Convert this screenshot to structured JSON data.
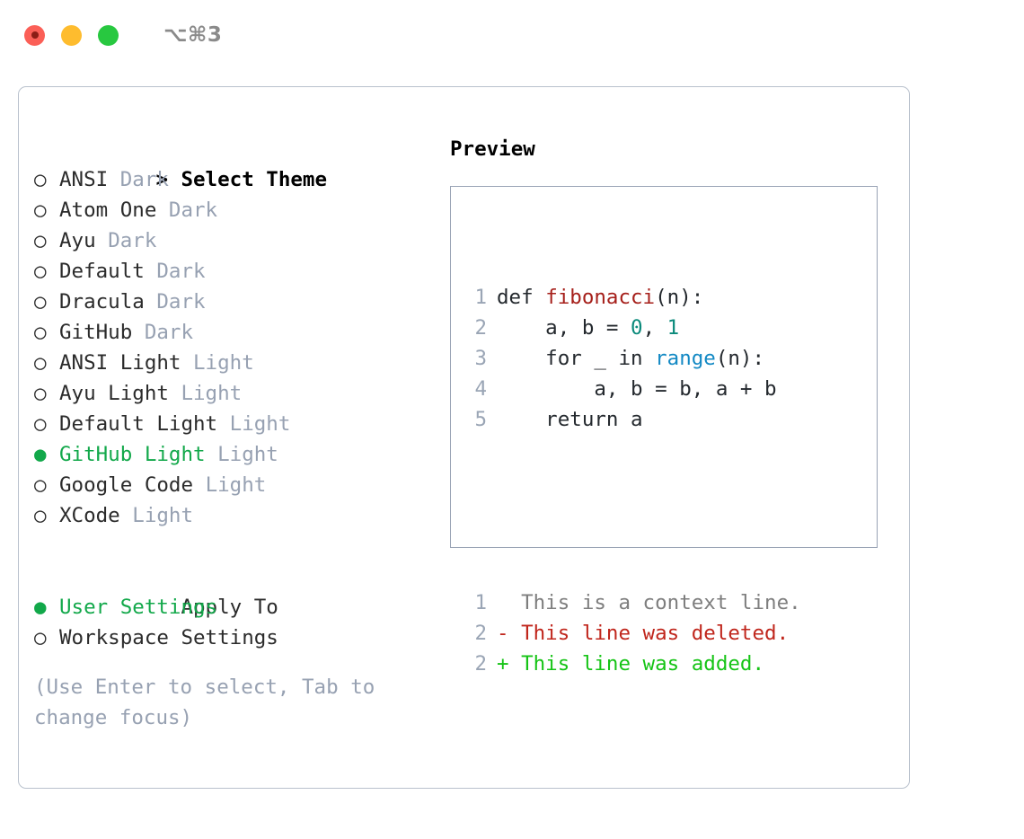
{
  "titlebar": {
    "shortcut": "⌥⌘3",
    "dots": [
      "close",
      "minimize",
      "maximize"
    ]
  },
  "left_panel": {
    "heading": {
      "marker": ">",
      "label": "Select Theme"
    },
    "themes": [
      {
        "marker": "○",
        "name": "ANSI",
        "category": "Dark",
        "selected": false
      },
      {
        "marker": "○",
        "name": "Atom One",
        "category": "Dark",
        "selected": false
      },
      {
        "marker": "○",
        "name": "Ayu",
        "category": "Dark",
        "selected": false
      },
      {
        "marker": "○",
        "name": "Default",
        "category": "Dark",
        "selected": false
      },
      {
        "marker": "○",
        "name": "Dracula",
        "category": "Dark",
        "selected": false
      },
      {
        "marker": "○",
        "name": "GitHub",
        "category": "Dark",
        "selected": false
      },
      {
        "marker": "○",
        "name": "ANSI Light",
        "category": "Light",
        "selected": false
      },
      {
        "marker": "○",
        "name": "Ayu Light",
        "category": "Light",
        "selected": false
      },
      {
        "marker": "○",
        "name": "Default Light",
        "category": "Light",
        "selected": false
      },
      {
        "marker": "●",
        "name": "GitHub Light",
        "category": "Light",
        "selected": true
      },
      {
        "marker": "○",
        "name": "Google Code",
        "category": "Light",
        "selected": false
      },
      {
        "marker": "○",
        "name": "XCode",
        "category": "Light",
        "selected": false
      }
    ],
    "apply_to": {
      "heading": "Apply To",
      "options": [
        {
          "marker": "●",
          "label": "User Settings",
          "selected": true
        },
        {
          "marker": "○",
          "label": "Workspace Settings",
          "selected": false
        }
      ]
    },
    "hint": "(Use Enter to select, Tab to change focus)"
  },
  "right_panel": {
    "title": "Preview",
    "code_lines": [
      {
        "no": "1",
        "tokens": [
          {
            "text": "def ",
            "type": "plain"
          },
          {
            "text": "fibonacci",
            "type": "func"
          },
          {
            "text": "(n):",
            "type": "plain"
          }
        ]
      },
      {
        "no": "2",
        "tokens": [
          {
            "text": "    a, b = ",
            "type": "plain"
          },
          {
            "text": "0",
            "type": "num"
          },
          {
            "text": ", ",
            "type": "plain"
          },
          {
            "text": "1",
            "type": "num"
          }
        ]
      },
      {
        "no": "3",
        "tokens": [
          {
            "text": "    for _ in ",
            "type": "plain"
          },
          {
            "text": "range",
            "type": "builtin"
          },
          {
            "text": "(n):",
            "type": "plain"
          }
        ]
      },
      {
        "no": "4",
        "tokens": [
          {
            "text": "        a, b = b, a + b",
            "type": "plain"
          }
        ]
      },
      {
        "no": "5",
        "tokens": [
          {
            "text": "    return a",
            "type": "plain"
          }
        ]
      }
    ],
    "diff_lines": [
      {
        "no": "1",
        "sign": " ",
        "text": "This is a context line.",
        "kind": "context"
      },
      {
        "no": "2",
        "sign": "-",
        "text": "This line was deleted.",
        "kind": "deleted"
      },
      {
        "no": "2",
        "sign": "+",
        "text": "This line was added.",
        "kind": "added"
      }
    ]
  },
  "colors": {
    "selection_green": "#12a84a",
    "muted_gray": "#97a1b2",
    "panel_border": "#b9c1cd",
    "preview_border": "#99a3b5",
    "lineno": "#9aa5b5",
    "token_function": "#a6201b",
    "token_builtin": "#1389c4",
    "token_number": "#0b8a7b",
    "diff_deleted": "#c0261c",
    "diff_added": "#16c416",
    "dot_red": "#fb5f57",
    "dot_yellow": "#febc2e",
    "dot_green": "#28c840"
  }
}
